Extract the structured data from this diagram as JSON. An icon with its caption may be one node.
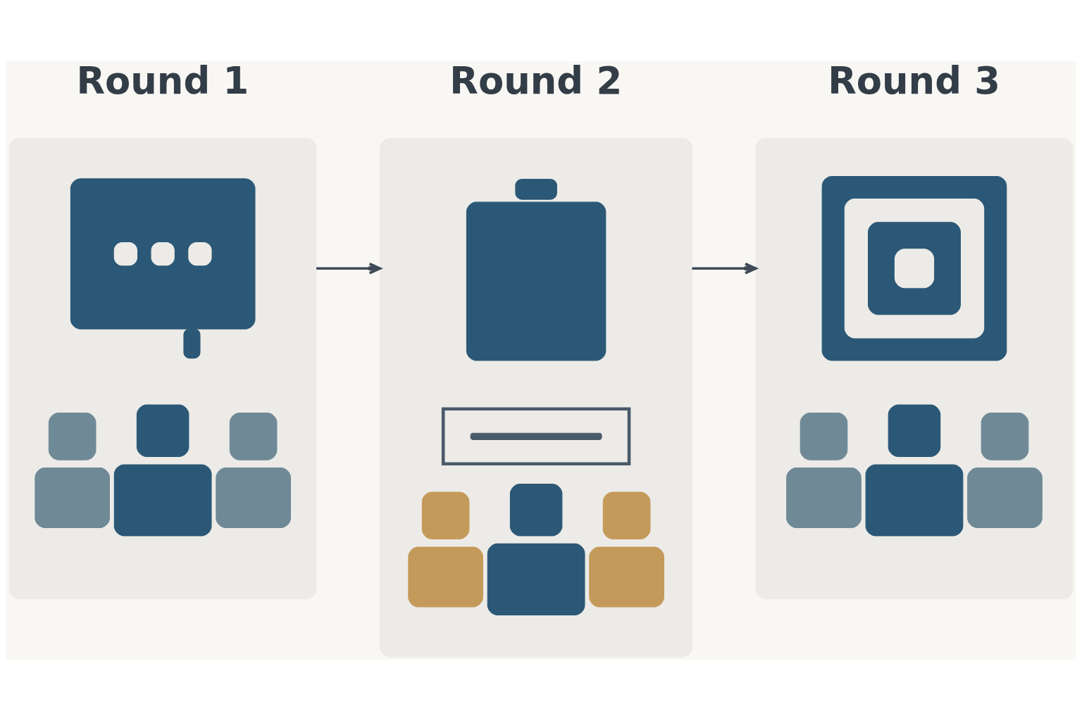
{
  "diagram": {
    "nodes": [
      {
        "text": [
          "Round 1"
        ]
      },
      {
        "text": [
          "Round 2"
        ]
      },
      {
        "text": [
          "Round 3"
        ]
      }
    ],
    "edges": [
      {
        "from": 0,
        "to": 1,
        "arrow": "to"
      },
      {
        "from": 1,
        "to": 2,
        "arrow": "to"
      }
    ]
  }
}
